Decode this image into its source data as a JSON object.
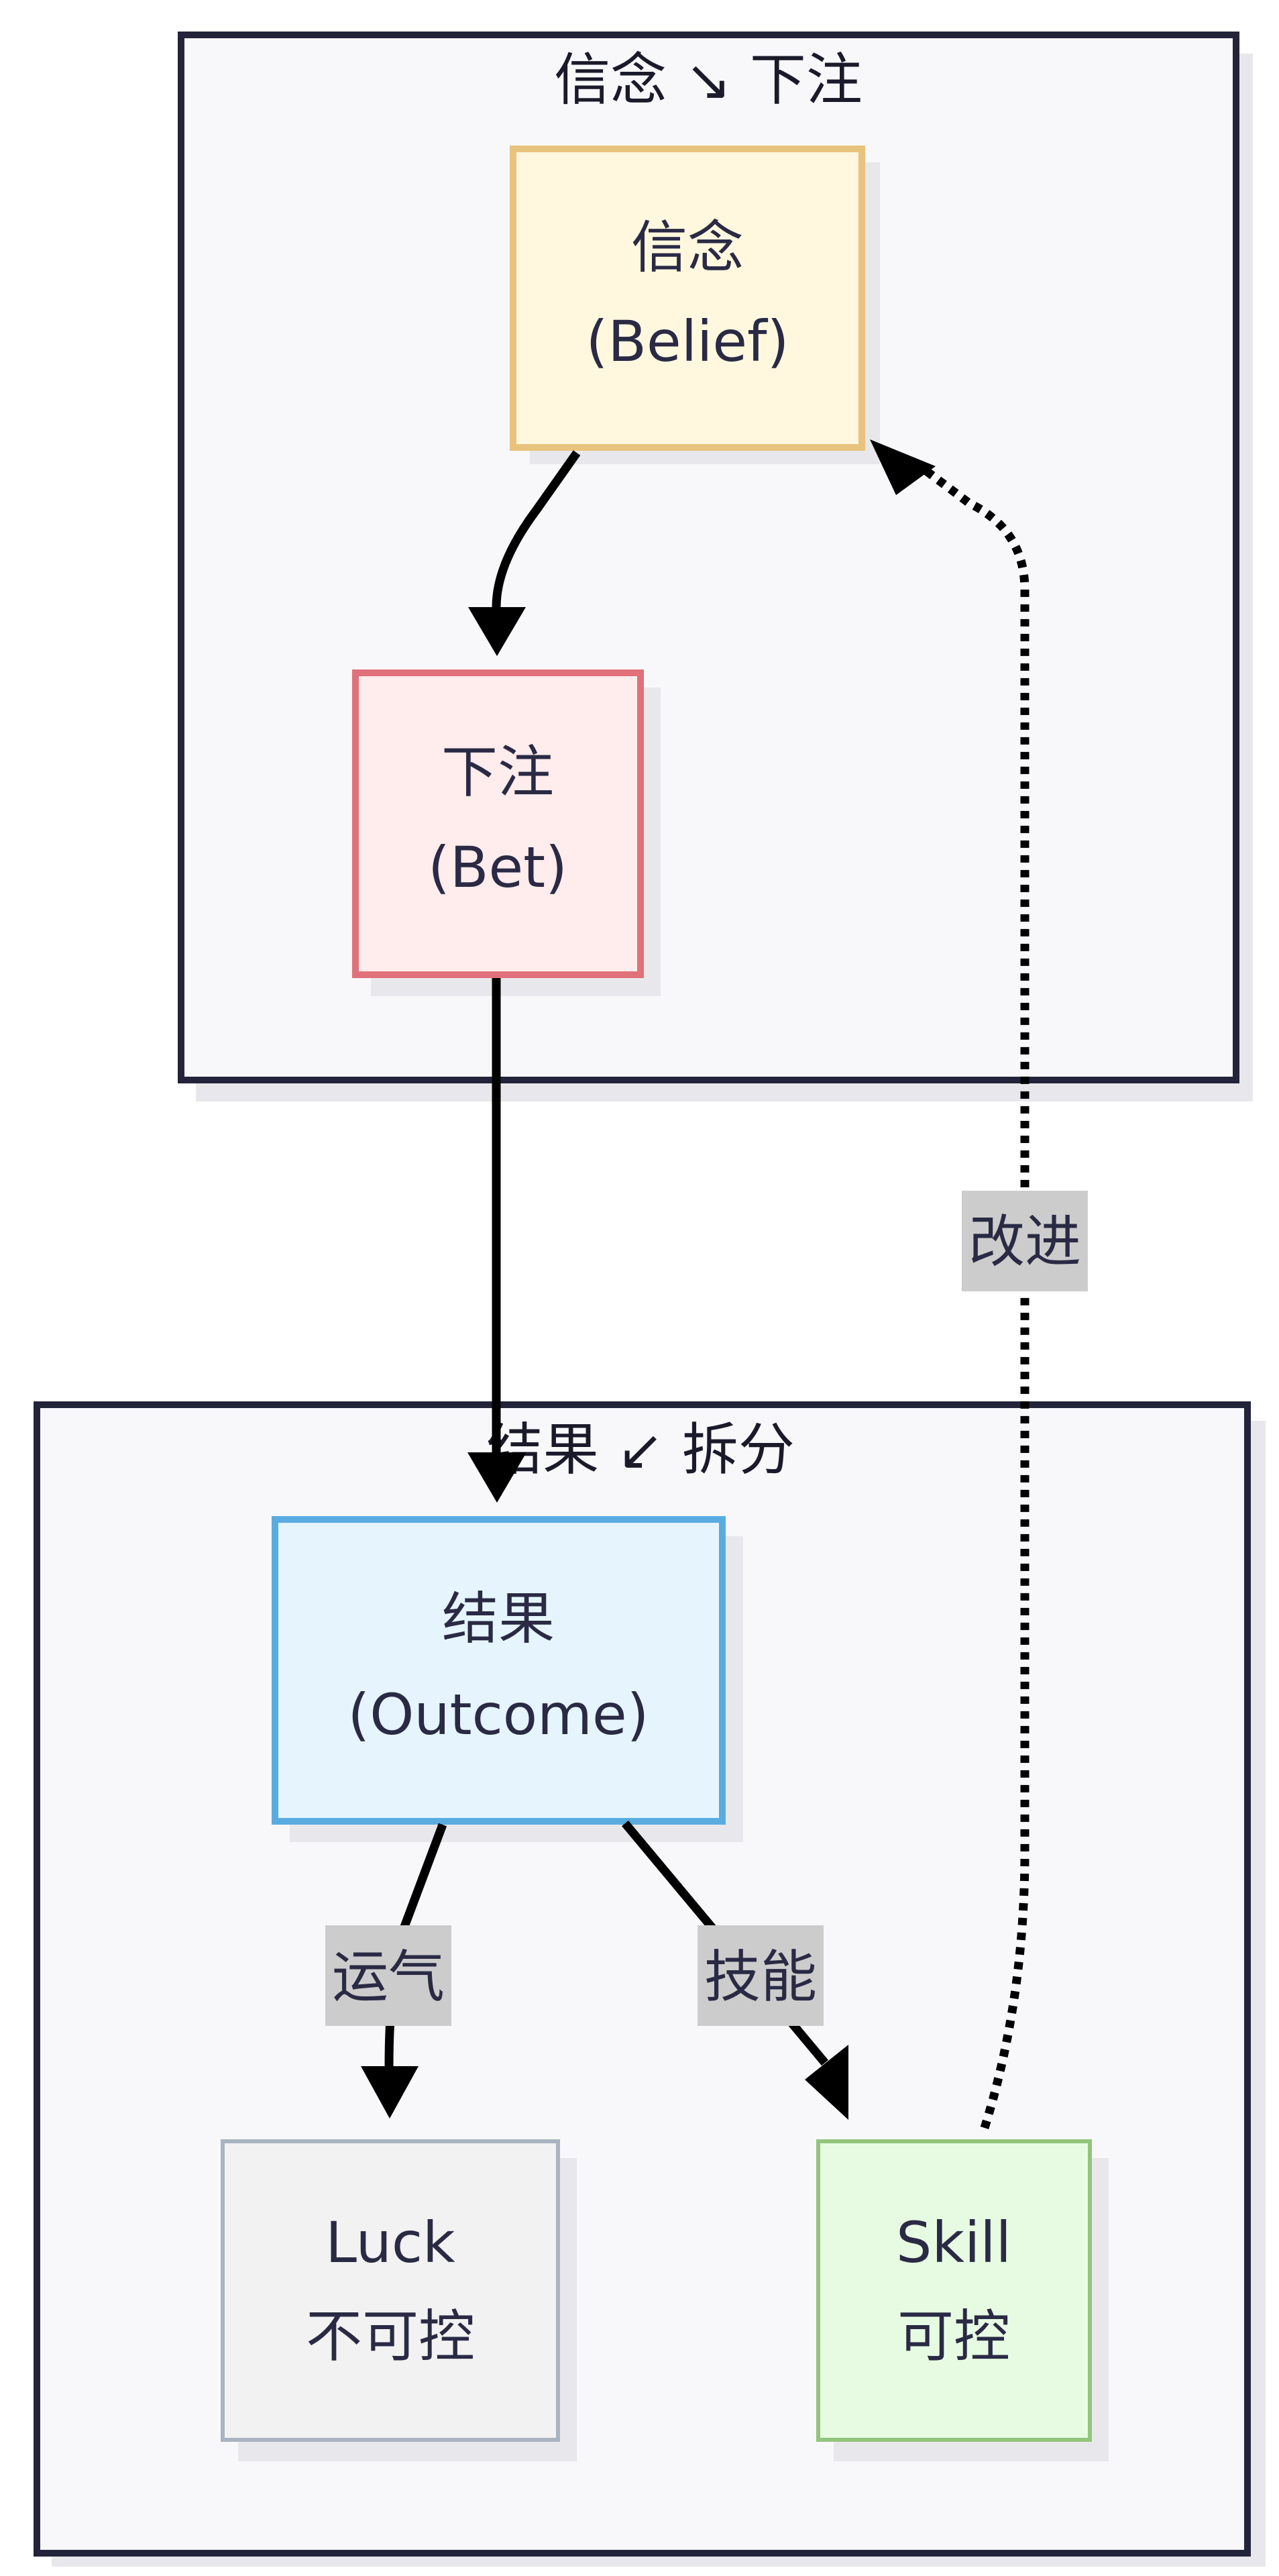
{
  "clusters": {
    "belief_bet": {
      "title": "信念 ↘ 下注"
    },
    "outcome_split": {
      "title": "结果 ↙ 拆分"
    }
  },
  "nodes": {
    "belief": {
      "line1": "信念",
      "line2": "(Belief)",
      "fill": "#fff8df",
      "stroke": "#e8c37d"
    },
    "bet": {
      "line1": "下注",
      "line2": "(Bet)",
      "fill": "#ffecec",
      "stroke": "#e07079"
    },
    "outcome": {
      "line1": "结果",
      "line2": "(Outcome)",
      "fill": "#e6f5fd",
      "stroke": "#5aace0"
    },
    "luck": {
      "line1": "Luck",
      "line2": "不可控",
      "fill": "#f2f2f2",
      "stroke": "#a9b4c0"
    },
    "skill": {
      "line1": "Skill",
      "line2": "可控",
      "fill": "#e7fbe3",
      "stroke": "#93c57c"
    }
  },
  "edges": {
    "luck_label": "运气",
    "skill_label": "技能",
    "improve_label": "改进"
  }
}
